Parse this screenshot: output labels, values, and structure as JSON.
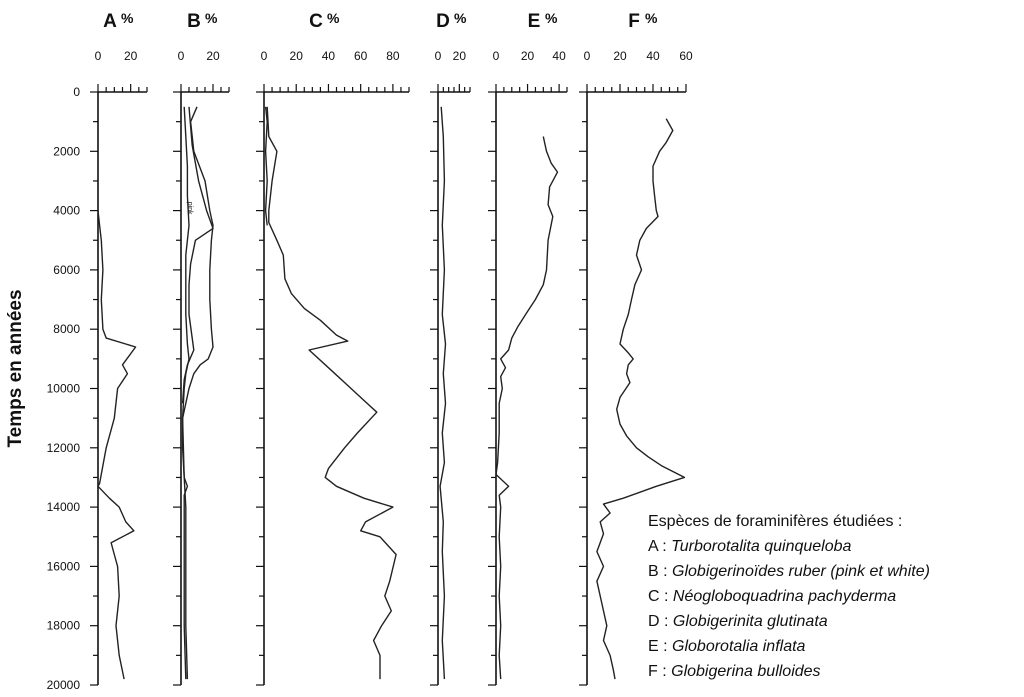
{
  "chart_data": {
    "type": "line",
    "orientation": "depth-profile",
    "y_axis": {
      "label": "Temps en années",
      "range": [
        0,
        20000
      ],
      "ticks": [
        0,
        2000,
        4000,
        6000,
        8000,
        10000,
        12000,
        14000,
        16000,
        18000,
        20000
      ]
    },
    "unit_label": "%",
    "panels": [
      {
        "id": "A",
        "xlim": [
          0,
          30
        ],
        "ticks": [
          0,
          20
        ],
        "series": [
          {
            "values": [
              [
                0,
                4000
              ],
              [
                1,
                4500
              ],
              [
                2,
                5000
              ],
              [
                3,
                6000
              ],
              [
                2,
                7000
              ],
              [
                3,
                8000
              ],
              [
                5,
                8300
              ],
              [
                23,
                8600
              ],
              [
                15,
                9200
              ],
              [
                18,
                9500
              ],
              [
                12,
                10000
              ],
              [
                10,
                11000
              ],
              [
                5,
                12000
              ],
              [
                1,
                13200
              ],
              [
                0,
                13300
              ],
              [
                7,
                13700
              ],
              [
                13,
                14000
              ],
              [
                17,
                14500
              ],
              [
                22,
                14800
              ],
              [
                8,
                15200
              ],
              [
                10,
                15600
              ],
              [
                12,
                16000
              ],
              [
                13,
                17000
              ],
              [
                11,
                18000
              ],
              [
                13,
                19000
              ],
              [
                16,
                19800
              ]
            ]
          }
        ]
      },
      {
        "id": "B",
        "xlim": [
          0,
          30
        ],
        "ticks": [
          0,
          20
        ],
        "series": [
          {
            "values": [
              [
                10,
                500
              ],
              [
                6,
                1000
              ],
              [
                8,
                2000
              ],
              [
                15,
                3000
              ],
              [
                18,
                4000
              ],
              [
                20,
                4500
              ],
              [
                19,
                5000
              ],
              [
                18,
                6000
              ],
              [
                18,
                7000
              ],
              [
                19,
                8000
              ],
              [
                20,
                8600
              ],
              [
                17,
                9000
              ],
              [
                12,
                9200
              ],
              [
                8,
                9500
              ],
              [
                5,
                10000
              ],
              [
                3,
                10500
              ],
              [
                1,
                11000
              ],
              [
                1,
                12000
              ],
              [
                2,
                13000
              ],
              [
                3,
                14000
              ],
              [
                3,
                16000
              ],
              [
                3,
                18000
              ],
              [
                4,
                19800
              ]
            ]
          },
          {
            "values": [
              [
                2,
                500
              ],
              [
                3,
                1500
              ],
              [
                4,
                2500
              ],
              [
                4,
                3500
              ],
              [
                5,
                4500
              ],
              [
                3,
                5500
              ],
              [
                3,
                6500
              ],
              [
                3,
                7500
              ],
              [
                4,
                8500
              ],
              [
                5,
                9000
              ],
              [
                3,
                9500
              ],
              [
                2,
                10000
              ],
              [
                1,
                11000
              ],
              [
                2,
                13000
              ],
              [
                4,
                13300
              ],
              [
                2,
                13600
              ],
              [
                2,
                14000
              ],
              [
                2,
                16000
              ],
              [
                2,
                18000
              ],
              [
                3,
                19800
              ]
            ]
          },
          {
            "values": [
              [
                5,
                500
              ],
              [
                7,
                1800
              ],
              [
                11,
                3000
              ],
              [
                16,
                4000
              ],
              [
                20,
                4600
              ],
              [
                9,
                5000
              ],
              [
                6,
                5800
              ],
              [
                5,
                6500
              ],
              [
                5,
                7500
              ],
              [
                8,
                8700
              ],
              [
                4,
                9200
              ],
              [
                2,
                9700
              ],
              [
                1,
                10500
              ]
            ]
          }
        ],
        "annotation": "pink"
      },
      {
        "id": "C",
        "xlim": [
          0,
          90
        ],
        "ticks": [
          0,
          20,
          40,
          60,
          80
        ],
        "series": [
          {
            "values": [
              [
                2,
                500
              ],
              [
                3,
                1500
              ],
              [
                8,
                2000
              ],
              [
                5,
                3000
              ],
              [
                3,
                4000
              ],
              [
                3,
                4400
              ],
              [
                8,
                5000
              ],
              [
                12,
                5500
              ],
              [
                13,
                6300
              ],
              [
                17,
                6800
              ],
              [
                25,
                7300
              ],
              [
                35,
                7700
              ],
              [
                45,
                8200
              ],
              [
                52,
                8400
              ],
              [
                28,
                8700
              ],
              [
                42,
                9400
              ],
              [
                52,
                9900
              ],
              [
                62,
                10400
              ],
              [
                70,
                10800
              ],
              [
                58,
                11500
              ],
              [
                50,
                12000
              ],
              [
                40,
                12700
              ],
              [
                38,
                13000
              ],
              [
                45,
                13300
              ],
              [
                62,
                13700
              ],
              [
                80,
                14000
              ],
              [
                63,
                14500
              ],
              [
                60,
                14800
              ],
              [
                72,
                15000
              ],
              [
                82,
                15600
              ],
              [
                78,
                16500
              ],
              [
                75,
                17000
              ],
              [
                79,
                17500
              ],
              [
                73,
                18000
              ],
              [
                68,
                18500
              ],
              [
                72,
                19000
              ],
              [
                72,
                19800
              ]
            ]
          },
          {
            "values": [
              [
                1,
                500
              ],
              [
                2,
                1000
              ],
              [
                1,
                2000
              ],
              [
                2,
                3000
              ],
              [
                1,
                4000
              ],
              [
                2,
                4500
              ]
            ]
          }
        ]
      },
      {
        "id": "D",
        "xlim": [
          0,
          30
        ],
        "ticks": [
          0,
          20
        ],
        "series": [
          {
            "values": [
              [
                3,
                500
              ],
              [
                5,
                1500
              ],
              [
                6,
                3000
              ],
              [
                4,
                4500
              ],
              [
                6,
                6000
              ],
              [
                4,
                7500
              ],
              [
                7,
                8500
              ],
              [
                5,
                9500
              ],
              [
                7,
                10500
              ],
              [
                4,
                11500
              ],
              [
                6,
                12500
              ],
              [
                2,
                13300
              ],
              [
                5,
                14500
              ],
              [
                4,
                15500
              ],
              [
                6,
                17000
              ],
              [
                4,
                18500
              ],
              [
                6,
                19800
              ]
            ]
          }
        ]
      },
      {
        "id": "E",
        "xlim": [
          0,
          45
        ],
        "ticks": [
          0,
          20,
          40
        ],
        "series": [
          {
            "values": [
              [
                30,
                1500
              ],
              [
                32,
                2000
              ],
              [
                35,
                2400
              ],
              [
                39,
                2700
              ],
              [
                34,
                3200
              ],
              [
                33,
                3800
              ],
              [
                36,
                4200
              ],
              [
                33,
                5000
              ],
              [
                32,
                6000
              ],
              [
                30,
                6500
              ],
              [
                25,
                7000
              ],
              [
                20,
                7400
              ],
              [
                14,
                7900
              ],
              [
                10,
                8300
              ],
              [
                8,
                8700
              ],
              [
                3,
                9000
              ],
              [
                6,
                9300
              ],
              [
                3,
                9600
              ],
              [
                4,
                10000
              ],
              [
                2,
                10500
              ],
              [
                2,
                11500
              ],
              [
                1,
                12500
              ],
              [
                0,
                12900
              ],
              [
                8,
                13300
              ],
              [
                2,
                13600
              ],
              [
                3,
                14000
              ],
              [
                2,
                15000
              ],
              [
                3,
                16000
              ],
              [
                2,
                17000
              ],
              [
                3,
                18000
              ],
              [
                2,
                19000
              ],
              [
                3,
                19800
              ]
            ]
          }
        ]
      },
      {
        "id": "F",
        "xlim": [
          0,
          60
        ],
        "ticks": [
          0,
          20,
          40,
          60
        ],
        "series": [
          {
            "values": [
              [
                48,
                900
              ],
              [
                50,
                1100
              ],
              [
                52,
                1300
              ],
              [
                48,
                1700
              ],
              [
                44,
                2000
              ],
              [
                40,
                2500
              ],
              [
                40,
                3000
              ],
              [
                41,
                3500
              ],
              [
                42,
                4000
              ],
              [
                43,
                4200
              ],
              [
                36,
                4600
              ],
              [
                32,
                5000
              ],
              [
                30,
                5500
              ],
              [
                33,
                6000
              ],
              [
                29,
                6500
              ],
              [
                27,
                7000
              ],
              [
                25,
                7500
              ],
              [
                22,
                8000
              ],
              [
                20,
                8500
              ],
              [
                25,
                8800
              ],
              [
                28,
                9000
              ],
              [
                25,
                9200
              ],
              [
                24,
                9500
              ],
              [
                26,
                9800
              ],
              [
                20,
                10300
              ],
              [
                18,
                10700
              ],
              [
                20,
                11200
              ],
              [
                24,
                11600
              ],
              [
                30,
                12000
              ],
              [
                37,
                12300
              ],
              [
                45,
                12600
              ],
              [
                59,
                13000
              ],
              [
                42,
                13300
              ],
              [
                22,
                13700
              ],
              [
                10,
                13900
              ],
              [
                14,
                14200
              ],
              [
                8,
                14500
              ],
              [
                10,
                14900
              ],
              [
                6,
                15500
              ],
              [
                10,
                16000
              ],
              [
                6,
                16500
              ],
              [
                8,
                17000
              ],
              [
                10,
                17500
              ],
              [
                12,
                18000
              ],
              [
                10,
                18500
              ],
              [
                14,
                19000
              ],
              [
                16,
                19500
              ],
              [
                17,
                19800
              ]
            ]
          }
        ]
      }
    ]
  },
  "legend": {
    "title": "Espèces de foraminifères étudiées :",
    "items": [
      {
        "code": "A",
        "name": "Turborotalita quinqueloba"
      },
      {
        "code": "B",
        "name": "Globigerinoïdes ruber (pink et white)"
      },
      {
        "code": "C",
        "name": "Néogloboquadrina pachyderma"
      },
      {
        "code": "D",
        "name": "Globigerinita glutinata"
      },
      {
        "code": "E",
        "name": "Globorotalia inflata"
      },
      {
        "code": "F",
        "name": "Globigerina bulloides"
      }
    ]
  }
}
